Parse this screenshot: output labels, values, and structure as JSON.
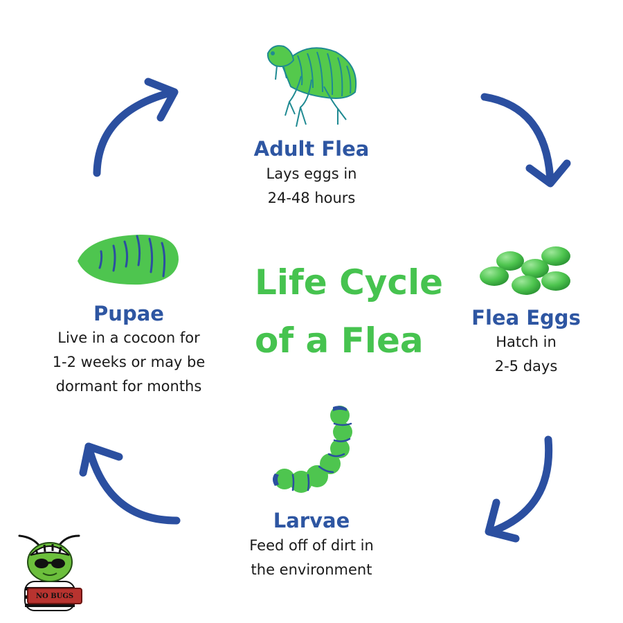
{
  "title": {
    "line1": "Life Cycle",
    "line2": "of a Flea"
  },
  "stages": {
    "adult": {
      "title": "Adult Flea",
      "line1": "Lays eggs in",
      "line2": "24-48 hours"
    },
    "eggs": {
      "title": "Flea Eggs",
      "line1": "Hatch in",
      "line2": "2-5 days"
    },
    "larvae": {
      "title": "Larvae",
      "line1": "Feed off of dirt in",
      "line2": "the environment"
    },
    "pupae": {
      "title": "Pupae",
      "line1": "Live in a cocoon for",
      "line2": "1-2 weeks or may be",
      "line3": "dormant for months"
    }
  },
  "logo": {
    "text": "NO BUGS"
  },
  "colors": {
    "accent_green": "#46c34f",
    "title_blue": "#2e56a2",
    "arrow_blue": "#2b4fa0",
    "text": "#1a1a1a"
  }
}
